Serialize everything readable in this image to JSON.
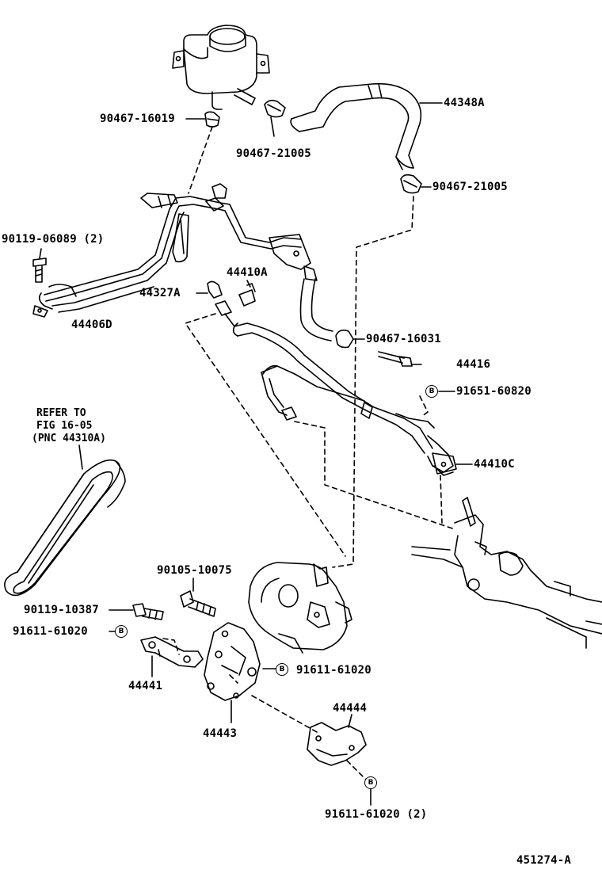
{
  "diagram_id": "451274-A",
  "marker_letter": "B",
  "refer_note": {
    "line1": "REFER TO",
    "line2": "FIG 16-05",
    "line3": "(PNC 44310A)"
  },
  "parts": {
    "clamp_top_left": "90467-16019",
    "clamp_top_mid": "90467-21005",
    "hose_return": "44348A",
    "clamp_right": "90467-21005",
    "bolt_left": "90119-06089 (2)",
    "clamp_44410A": "44410A",
    "clamp_44327A": "44327A",
    "tube_44406D": "44406D",
    "clamp_mid": "90467-16031",
    "union_bolt": "44416",
    "gasket_top": "91651-60820",
    "tube_44410C": "44410C",
    "bolt_10075": "90105-10075",
    "bolt_10387": "90119-10387",
    "washer_left": "91611-61020",
    "washer_mid": "91611-61020",
    "bracket_44441": "44441",
    "bracket_44443": "44443",
    "bracket_44444": "44444",
    "washer_bottom": "91611-61020 (2)"
  }
}
